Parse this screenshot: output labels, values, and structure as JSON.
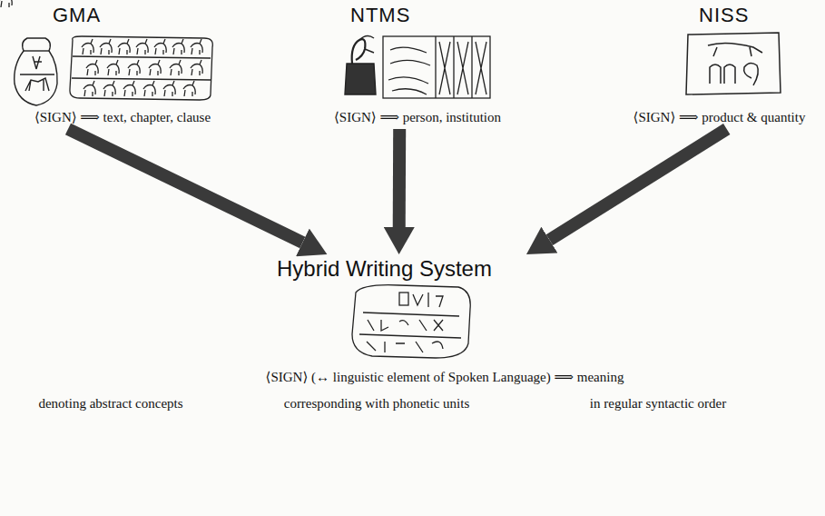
{
  "diagram": {
    "nodes": [
      {
        "text": [
          "GMA",
          "⟨SIGN⟩ ⟹ text, chapter, clause"
        ]
      },
      {
        "text": [
          "NTMS",
          "⟨SIGN⟩ ⟹ person, institution"
        ]
      },
      {
        "text": [
          "NISS",
          "⟨SIGN⟩ ⟹ product & quantity"
        ]
      },
      {
        "text": [
          "Hybrid Writing System",
          "⟨SIGN⟩ (↔ linguistic element of Spoken Language) ⟹ meaning"
        ]
      }
    ],
    "edges": [
      {
        "from": 0,
        "to": 3,
        "arrow": "to"
      },
      {
        "from": 1,
        "to": 3,
        "arrow": "to"
      },
      {
        "from": 2,
        "to": 3,
        "arrow": "to"
      }
    ],
    "labels": [
      "denoting abstract concepts",
      "corresponding with phonetic units",
      "in regular syntactic order"
    ]
  }
}
